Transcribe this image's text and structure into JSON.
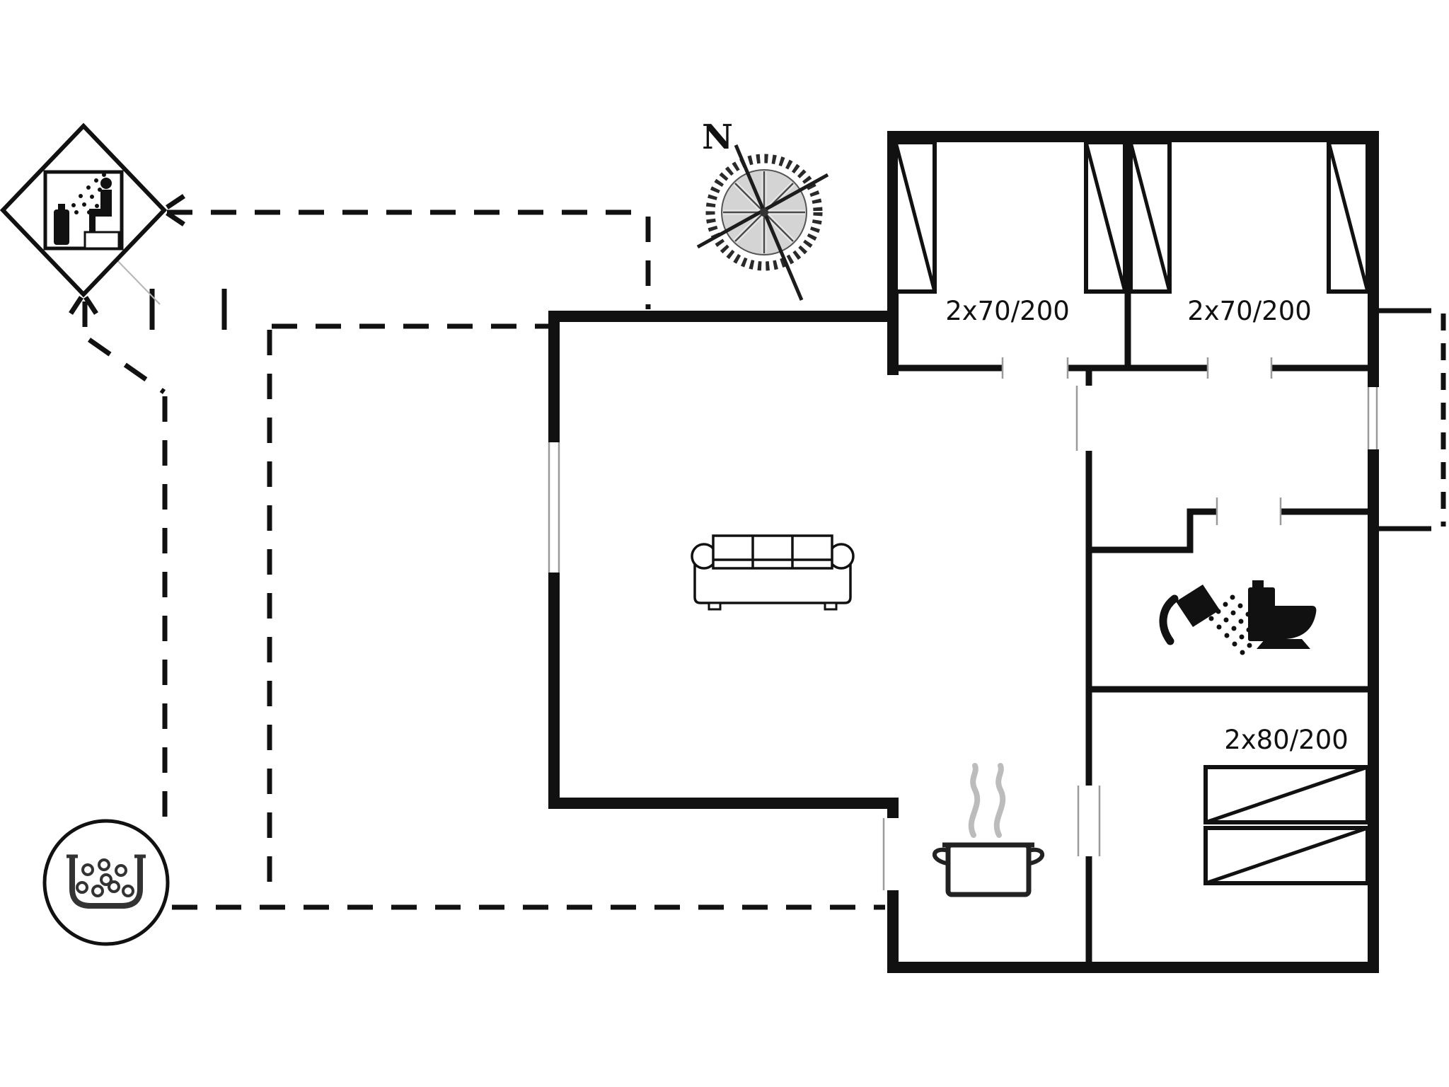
{
  "plan": {
    "title": "holiday-house-floor-plan",
    "compass": {
      "north_label": "N"
    },
    "rooms": {
      "bedroom1": {
        "bed_label": "2x70/200",
        "beds": 2,
        "bed_size_cm": "70x200"
      },
      "bedroom2": {
        "bed_label": "2x70/200",
        "beds": 2,
        "bed_size_cm": "70x200"
      },
      "bedroom3": {
        "bed_label": "2x80/200",
        "beds": 2,
        "bed_size_cm": "80x200"
      }
    },
    "icons": [
      "compass-rose-icon",
      "spa-pictogram-icon",
      "hot-tub-icon",
      "sofa-icon",
      "cooking-pot-icon",
      "steam-icon",
      "shower-icon",
      "toilet-icon",
      "window-symbol",
      "door-opening-symbol",
      "dashed-terrace-boundary"
    ],
    "colors": {
      "ink": "#111111",
      "bg": "#ffffff",
      "window_line": "#9b9b9b",
      "steam": "#bcbcbc",
      "icon_gray": "#333333",
      "compass_gray": "#a9a9a9"
    }
  }
}
